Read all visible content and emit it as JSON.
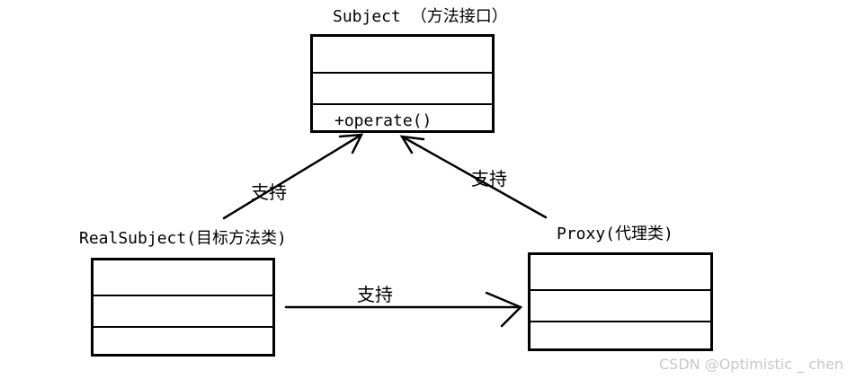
{
  "subject": {
    "title": "Subject （方法接口）",
    "rows": [
      "",
      "",
      "+operate()"
    ]
  },
  "real_subject": {
    "title": "RealSubject(目标方法类)",
    "rows": [
      "",
      "",
      ""
    ]
  },
  "proxy": {
    "title": "Proxy(代理类)",
    "rows": [
      "",
      "",
      ""
    ]
  },
  "relations": {
    "real_to_subject": "支持",
    "proxy_to_subject": "支持",
    "real_to_proxy": "支持"
  },
  "watermark": "CSDN @Optimistic _ chen"
}
